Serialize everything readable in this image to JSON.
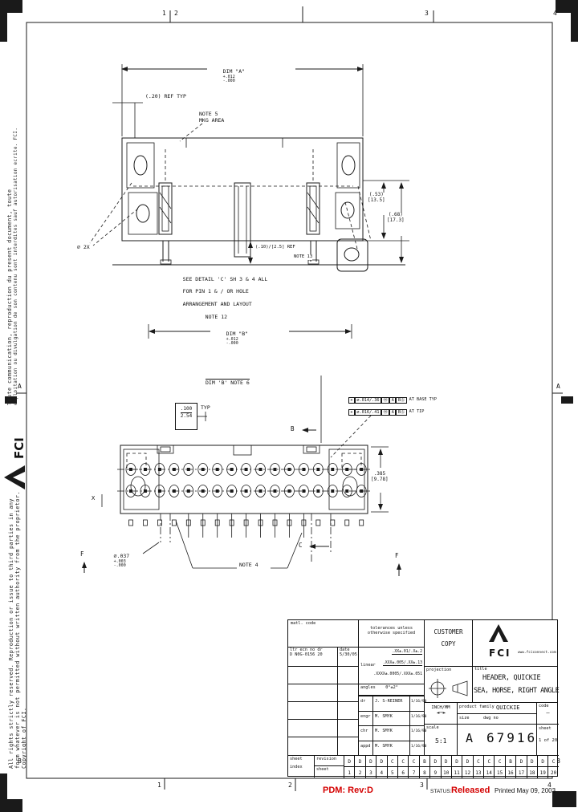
{
  "document": {
    "footer": {
      "pdm": "PDM: Rev:D",
      "status_label": "STATUS:",
      "status_value": "Released",
      "printed": "Printed May 09, 2003"
    },
    "zones": {
      "top": [
        "1",
        "2",
        "3",
        "4"
      ],
      "bottom": [
        "1",
        "2",
        "3",
        "4"
      ],
      "left": [
        "A",
        "B"
      ],
      "right": [
        "A",
        "B"
      ]
    },
    "legal": {
      "fr1": "Toute communication, reproduction du present document, toute",
      "fr2": "exploitation ou divulgation de son contenu sont interdites sauf autorisation ecrite. FCI.",
      "en1": "All rights strictly reserved. Reproduction or issue to third parties in any",
      "en2": "form whatever is not permitted without written authority from the proprietor.",
      "en3": "Copyright of FCI.",
      "logo_text": "FCI"
    }
  },
  "top_view": {
    "dim_a": "DIM \"A\"",
    "dim_a_plus": "+.012",
    "dim_a_minus": "-.000",
    "ref_20": "(.20) REF TYP",
    "note5_l1": "NOTE 5",
    "note5_l2": "MKG AREA",
    "dia_2x": "⌀ 2X",
    "dim_53_in": "(.53)",
    "dim_53_mm": "[13.5]",
    "dim_68_in": "(.68)",
    "dim_68_mm": "[17.3]",
    "ref_10": "(.10)/[2.5] REF",
    "note13": "NOTE 13",
    "note_block_l1": "SEE DETAIL 'C' SH 3 & 4 ALL",
    "note_block_l2": "FOR PIN 1 & / OR HOLE",
    "note_block_l3": "ARRANGEMENT AND LAYOUT",
    "note_block_l4": "NOTE 12",
    "dim_b": "DIM \"B\"",
    "dim_b_plus": "+.012",
    "dim_b_minus": "-.000"
  },
  "plan_view": {
    "header": "DIM 'B' NOTE 6",
    "gdt1": {
      "sym": "⌖",
      "tol": "⌀.014/.36",
      "mod": "Ⓜ",
      "d1": "A",
      "d2": "BⓈ",
      "suffix": "AT BASE TYP"
    },
    "gdt2": {
      "sym": "⌖",
      "tol": "⌀.016/.41",
      "mod": "Ⓜ",
      "d1": "A",
      "d2": "BⓈ",
      "suffix": "AT TIP"
    },
    "pitch_in": ".100",
    "pitch_mm": "2.54",
    "pitch_typ": "TYP",
    "section_b": "B",
    "section_c": "C",
    "dim_385_in": ".385",
    "dim_385_mm": "[9.78]",
    "hole_dia": "⌀.037",
    "hole_plus": "+.003",
    "hole_minus": "-.000",
    "note4": "NOTE 4",
    "x_label": "X",
    "f_left": "F",
    "f_right": "F",
    "pins_per_row": 17,
    "pin_rows": 2
  },
  "title_block": {
    "matl_code": "matl. code",
    "rev_hdr": "ltr  ecn no    dr",
    "rev_val": "D  N0G-0156  20",
    "date_label": "date",
    "date_value": "5/30/05",
    "tol_hdr1": "tolerances unless",
    "tol_hdr2": "otherwise specified",
    "linear_label": "linear",
    "tol_l1": ".XX±.01/.X±.2",
    "tol_l2": ".XXX±.005/.XX±.13",
    "tol_l3": ".XXXX±.0005/.XXX±.051",
    "angles_label": "angles",
    "angles_value": "0°±2°",
    "approvals": [
      {
        "role": "dr",
        "name": "J. S-REINER",
        "date": "1/16/90"
      },
      {
        "role": "engr",
        "name": "M. SMYK",
        "date": "1/16/90"
      },
      {
        "role": "chr",
        "name": "M. SMYK",
        "date": "1/16/90"
      },
      {
        "role": "appd",
        "name": "M. SMYK",
        "date": "1/16/90"
      }
    ],
    "customer1": "CUSTOMER",
    "customer2": "COPY",
    "brand": "FCI",
    "website": "www.fciconnect.com",
    "projection_label": "projection",
    "title_label": "title",
    "title1": "HEADER, QUICKIE",
    "title2": "SEA, HORSE, RIGHT ANGLE",
    "units": "INCH/MM",
    "pf_label": "product family",
    "pf_value": "QUICKIE",
    "size_label": "size",
    "size_value": "A",
    "dwg_label": "dwg no",
    "dwg_value": "67916",
    "code_label": "code",
    "code_value": "—",
    "scale_label": "scale",
    "scale_value": "5:1",
    "sheet_label": "sheet",
    "sheet_value": "1 of 20",
    "idx_col1_l1": "sheet",
    "idx_col1_l2": "index",
    "idx_col2_l1": "revision",
    "idx_col2_l2": "sheet",
    "sheet_revisions": [
      "D",
      "D",
      "D",
      "D",
      "C",
      "C",
      "C",
      "B",
      "D",
      "D",
      "D",
      "D",
      "C",
      "C",
      "C",
      "B",
      "D",
      "D",
      "D",
      "C"
    ],
    "sheet_numbers": [
      "1",
      "2",
      "3",
      "4",
      "5",
      "6",
      "7",
      "8",
      "9",
      "10",
      "11",
      "12",
      "13",
      "14",
      "15",
      "16",
      "17",
      "18",
      "19",
      "20"
    ]
  }
}
